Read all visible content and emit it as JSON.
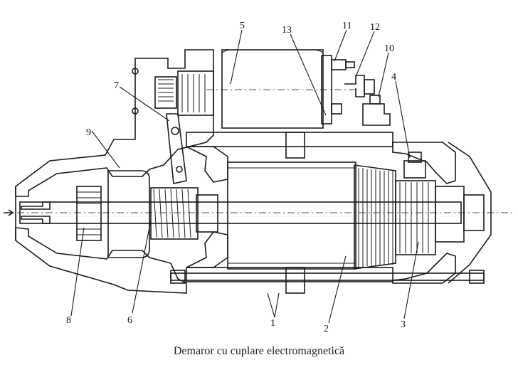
{
  "caption": "Demaror cu cuplare electromagnetică",
  "labels": {
    "l1": "1",
    "l2": "2",
    "l3": "3",
    "l4": "4",
    "l5": "5",
    "l6": "6",
    "l7": "7",
    "l8": "8",
    "l9": "9",
    "l10": "10",
    "l11": "11",
    "l12": "12",
    "l13": "13"
  }
}
